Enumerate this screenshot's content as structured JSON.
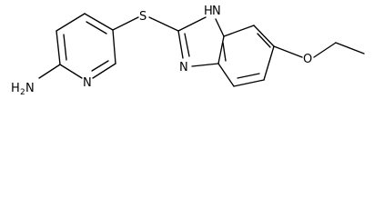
{
  "molecule": {
    "atoms": {
      "amine": "H2N",
      "amine_h": "H",
      "amine_sub": "2",
      "amine_n": "N",
      "pyridine_n": "N",
      "sulfur": "S",
      "imidazole_nh": "H",
      "imidazole_nh_n": "N",
      "imidazole_n": "N",
      "ether_o": "O"
    }
  }
}
